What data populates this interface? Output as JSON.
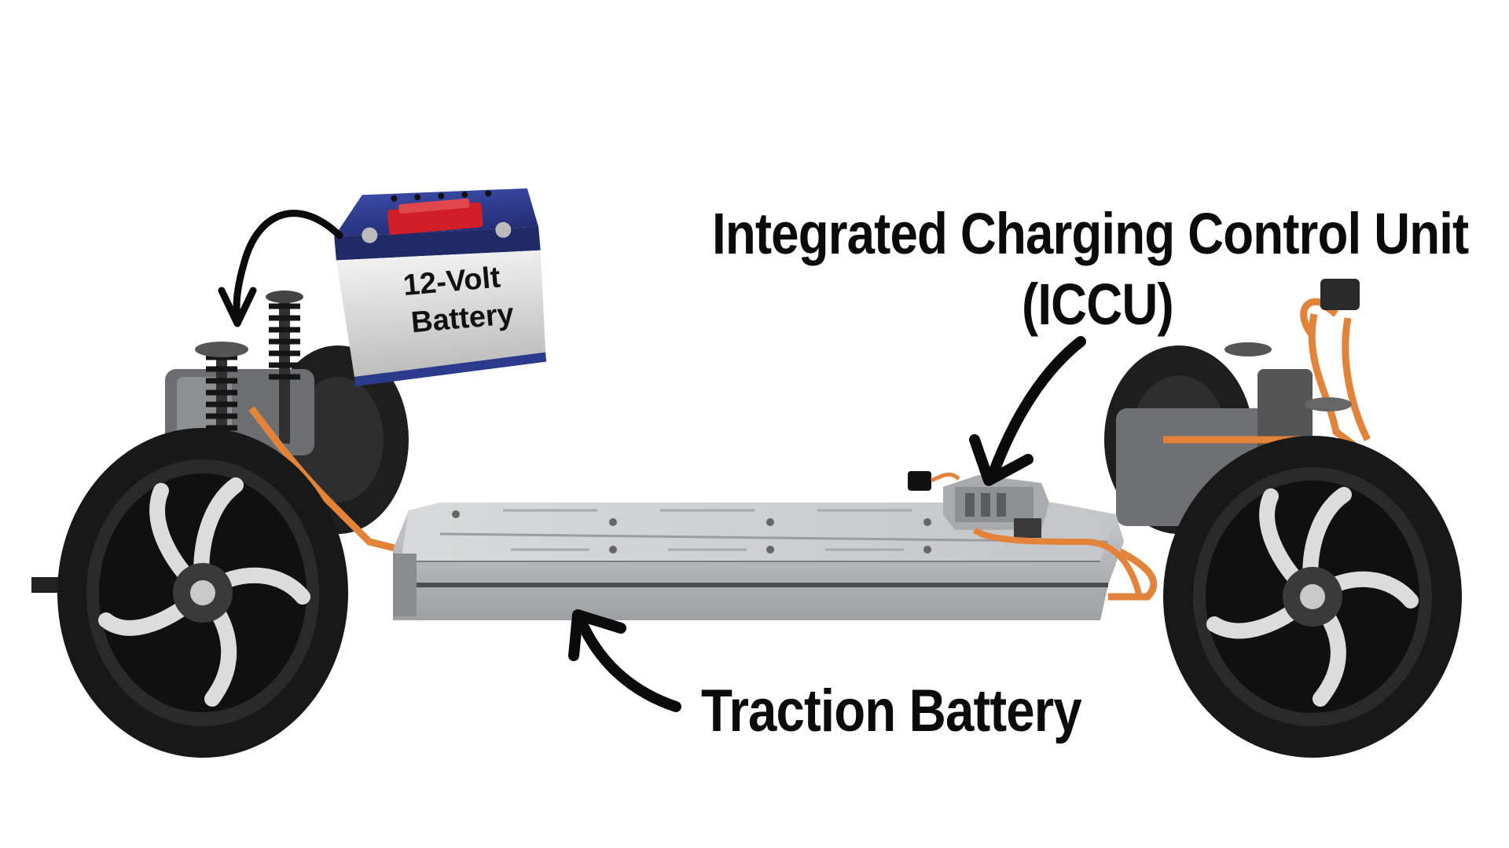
{
  "labels": {
    "iccu_title": "Integrated Charging Control Unit",
    "iccu_abbr": "(ICCU)",
    "traction": "Traction Battery",
    "small_battery_line1": "12-Volt",
    "small_battery_line2": "Battery"
  },
  "colors": {
    "background": "#ffffff",
    "text": "#0b0b0b",
    "arrow": "#0b0b0b",
    "tire": "#1c1c1c",
    "rim_spoke": "#d9d9d9",
    "battery_pack": "#b9bcbe",
    "hv_cable": "#e3833a",
    "battery_top_blue": "#2c3a8c",
    "battery_handle_red": "#d21f27"
  },
  "icons": {
    "arrow_to_12v": "curved-arrow-icon",
    "arrow_to_iccu": "curved-arrow-icon",
    "arrow_to_traction": "curved-arrow-icon"
  }
}
